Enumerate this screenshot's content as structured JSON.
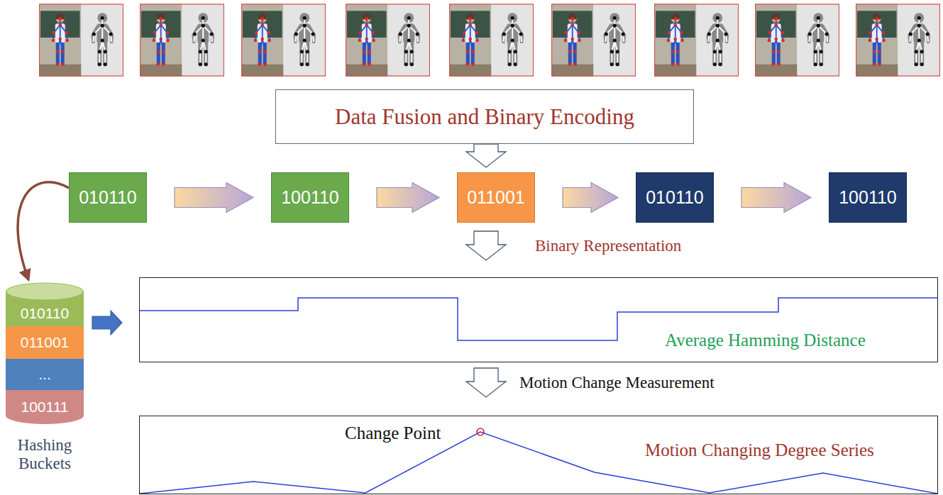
{
  "diagram": {
    "nodes": [
      {
        "text": [
          "Data Fusion and Binary Encoding"
        ]
      },
      {
        "text": [
          "010110"
        ]
      },
      {
        "text": [
          "100110"
        ]
      },
      {
        "text": [
          "011001"
        ]
      },
      {
        "text": [
          "010110"
        ]
      },
      {
        "text": [
          "100110"
        ]
      },
      {
        "text": [
          "Hashing Buckets"
        ]
      },
      {
        "text": [
          "010110"
        ],
        "in": 6
      },
      {
        "text": [
          "011001"
        ],
        "in": 6
      },
      {
        "text": [
          "..."
        ],
        "in": 6
      },
      {
        "text": [
          "100111"
        ],
        "in": 6
      },
      {
        "text": [
          "Average Hamming Distance"
        ]
      },
      {
        "text": [
          "Change Point",
          "Motion Changing Degree Series"
        ]
      }
    ],
    "edges": [
      {
        "from": 1,
        "to": 2,
        "arrow": "to"
      },
      {
        "from": 2,
        "to": 3,
        "arrow": "to"
      },
      {
        "from": 3,
        "to": 4,
        "arrow": "to"
      },
      {
        "from": 4,
        "to": 5,
        "arrow": "to"
      },
      {
        "from": 0,
        "to": 3,
        "arrow": "to"
      },
      {
        "from": 1,
        "to": 6,
        "arrow": "to"
      },
      {
        "from": 6,
        "to": 11,
        "arrow": "to"
      },
      {
        "from": 3,
        "to": 11,
        "arrow": "to",
        "label": "Binary Representation"
      },
      {
        "from": 11,
        "to": 12,
        "arrow": "to",
        "label": "Motion Change Measurement"
      }
    ]
  }
}
